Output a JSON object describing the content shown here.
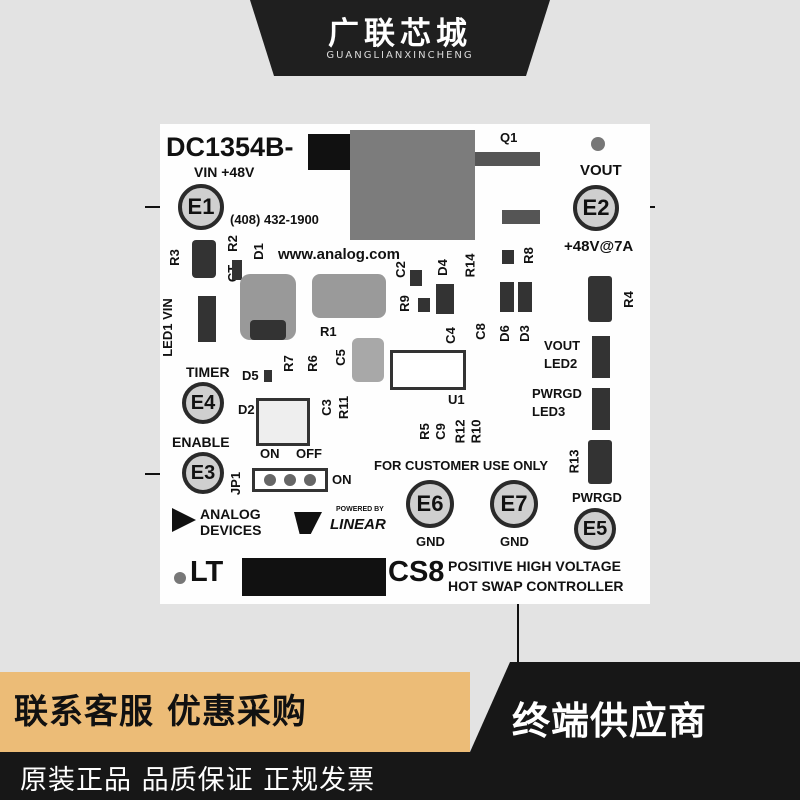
{
  "banner": {
    "brand": "广联芯城",
    "pinyin": "GUANGLIANXINCHENG"
  },
  "board": {
    "model": "DC1354B-",
    "vin_label": "VIN +48V",
    "phone": "(408) 432-1900",
    "website": "www.analog.com",
    "vout_label": "VOUT",
    "vout_rating": "+48V@7A",
    "q1": "Q1",
    "refdes": {
      "r3": "R3",
      "r2": "R2",
      "ct": "CT",
      "d1": "D1",
      "r1": "R1",
      "c2": "C2",
      "d4": "D4",
      "r14": "R14",
      "r8": "R8",
      "r4": "R4",
      "r9": "R9",
      "c4": "C4",
      "c8": "C8",
      "d6": "D6",
      "d3": "D3",
      "c5": "C5",
      "r7": "R7",
      "r6": "R6",
      "d5": "D5",
      "d2": "D2",
      "c3": "C3",
      "r11": "R11",
      "u1": "U1",
      "r5": "R5",
      "c9": "C9",
      "r12": "R12",
      "r10": "R10",
      "r13": "R13",
      "jp1": "JP1"
    },
    "led1": "LED1 VIN",
    "vout_led2": "VOUT",
    "led2": "LED2",
    "pwrgd_led3": "PWRGD",
    "led3": "LED3",
    "timer": "TIMER",
    "enable": "ENABLE",
    "on": "ON",
    "off": "OFF",
    "jp_on": "ON",
    "customer_use": "FOR CUSTOMER USE ONLY",
    "pwrgd": "PWRGD",
    "gnd1": "GND",
    "gnd2": "GND",
    "pads": {
      "e1": "E1",
      "e2": "E2",
      "e3": "E3",
      "e4": "E4",
      "e5": "E5",
      "e6": "E6",
      "e7": "E7"
    },
    "adi_logo_line1": "ANALOG",
    "adi_logo_line2": "DEVICES",
    "linear_logo": "LINEAR",
    "powered_by": "POWERED BY",
    "part_prefix": "LT",
    "part_suffix": "CS8",
    "description_line1": "POSITIVE HIGH VOLTAGE",
    "description_line2": "HOT SWAP CONTROLLER"
  },
  "footer": {
    "contact": "联系客服 优惠采购",
    "terminal": "终端供应商",
    "guarantee": "原装正品 品质保证 正规发票"
  }
}
